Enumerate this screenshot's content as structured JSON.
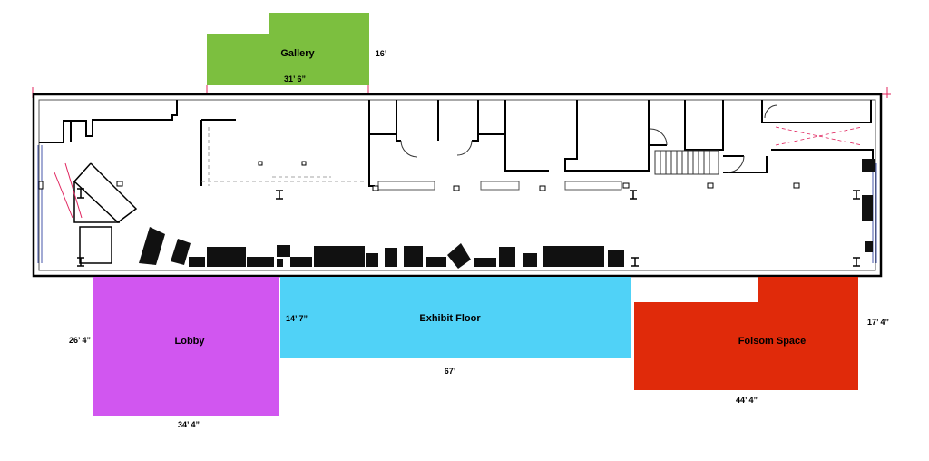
{
  "rooms": {
    "gallery": {
      "label": "Gallery",
      "width": "31’ 6”",
      "depth": "16’",
      "color": "#7cbf3f"
    },
    "lobby": {
      "label": "Lobby",
      "width": "34’ 4”",
      "depth": "26’ 4”",
      "color": "#d156f0"
    },
    "exhibit_floor": {
      "label": "Exhibit Floor",
      "width": "67’",
      "depth": "14’ 7”",
      "color": "#50d2f7"
    },
    "folsom_space": {
      "label": "Folsom Space",
      "width": "44’ 4”",
      "depth": "17’ 4”",
      "color": "#e02a0a"
    }
  },
  "floorplan": {
    "wall_color": "#000000",
    "line_color": "#444444",
    "accent_color": "#e0245e"
  }
}
